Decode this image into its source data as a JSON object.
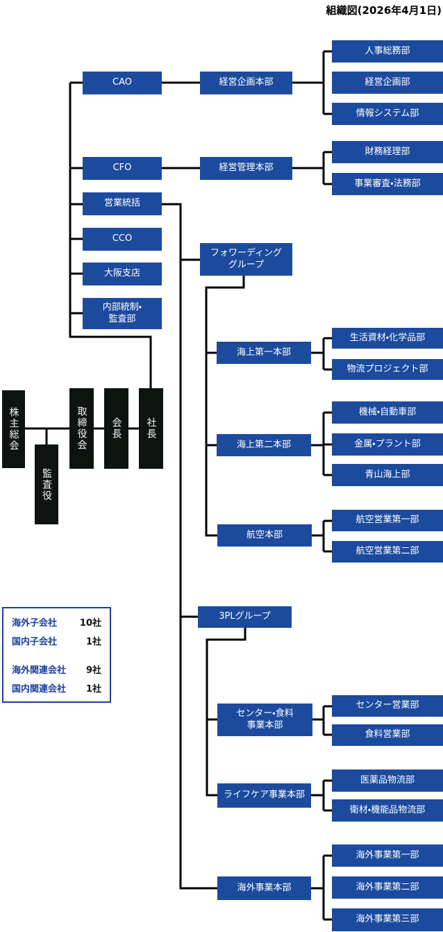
{
  "title": "組織図(2026年4月1日)",
  "colors": {
    "box_blue": "#1c4b9e",
    "box_black": "#0d1410",
    "line": "#000000",
    "legend_border": "#1c3f97",
    "legend_label_blue": "#1a3e9b"
  },
  "governance": {
    "shareholders": "株主総会",
    "auditors": "監査役",
    "board": "取締役会",
    "chairman": "会長",
    "president": "社長"
  },
  "staff_units": {
    "cao": "CAO",
    "cfo": "CFO",
    "sales_control": "営業統括",
    "cco": "CCO",
    "osaka_branch": "大阪支店",
    "internal_audit": "内部統制・\n監査部"
  },
  "divisions": {
    "corporate_planning": {
      "name": "経営企画本部",
      "departments": [
        "人事総務部",
        "経営企画部",
        "情報システム部"
      ]
    },
    "corporate_admin": {
      "name": "経営管理本部",
      "departments": [
        "財務経理部",
        "事業審査・法務部"
      ]
    }
  },
  "forwarding_group": {
    "name": "フォワーディング\nグループ",
    "honbu": [
      {
        "name": "海上第一本部",
        "departments": [
          "生活資材・化学品部",
          "物流プロジェクト部"
        ]
      },
      {
        "name": "海上第二本部",
        "departments": [
          "機械・自動車部",
          "金属・プラント部",
          "青山海上部"
        ]
      },
      {
        "name": "航空本部",
        "departments": [
          "航空営業第一部",
          "航空営業第二部"
        ]
      }
    ]
  },
  "tpl_group": {
    "name": "3PLグループ",
    "honbu": [
      {
        "name": "センター・食料\n事業本部",
        "departments": [
          "センター営業部",
          "食料営業部"
        ]
      },
      {
        "name": "ライフケア事業本部",
        "departments": [
          "医薬品物流部",
          "衛材・機能品物流部"
        ]
      }
    ]
  },
  "overseas_honbu": {
    "name": "海外事業本部",
    "departments": [
      "海外事業第一部",
      "海外事業第二部",
      "海外事業第三部"
    ]
  },
  "legend": {
    "subsidiaries": [
      {
        "label": "海外子会社",
        "count": "10社"
      },
      {
        "label": "国内子会社",
        "count": "1社"
      }
    ],
    "affiliates": [
      {
        "label": "海外関連会社",
        "count": "9社"
      },
      {
        "label": "国内関連会社",
        "count": "1社"
      }
    ]
  }
}
